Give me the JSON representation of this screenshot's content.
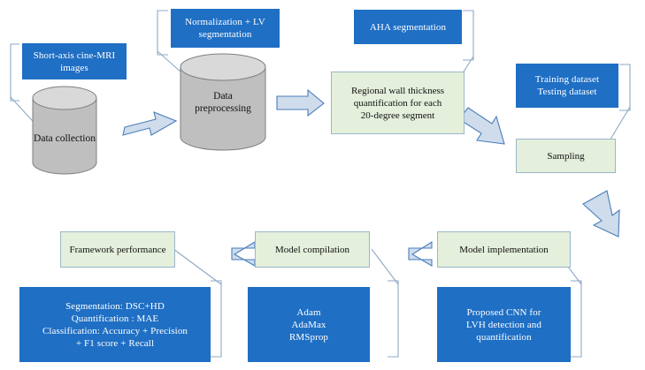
{
  "diagram": {
    "title": "LVH detection and quantification framework flowchart",
    "colors": {
      "blue_fill": "#1f6fc4",
      "green_fill": "#e4efdc",
      "green_border": "#9bb7c9",
      "cylinder_fill": "#bfbfbf",
      "cylinder_top": "#d6d6d6",
      "arrow_fill": "#cfdcec",
      "arrow_stroke": "#4a7ebb",
      "connector_stroke": "#8ea9c4",
      "blue_text": "#ffffff",
      "dark_text": "#111111"
    },
    "nodes": {
      "short_axis_images": {
        "label": "Short-axis cine-MRI images",
        "lines": [
          "Short-axis  cine-MRI",
          "images"
        ],
        "kind": "blue-note"
      },
      "data_collection": {
        "label": "Data collection",
        "kind": "cylinder"
      },
      "normalization_lv": {
        "label": "Normalization + LV segmentation",
        "lines": [
          "Normalization + LV",
          "segmentation"
        ],
        "kind": "blue-note"
      },
      "data_preprocessing": {
        "label": "Data preprocessing",
        "lines": [
          "Data",
          "preprocessing"
        ],
        "kind": "cylinder"
      },
      "aha_segmentation": {
        "label": "AHA segmentation",
        "lines": [
          "AHA segmentation"
        ],
        "kind": "blue-note"
      },
      "regional_wall_thickness": {
        "label": "Regional wall thickness quantification for each 20-degree segment",
        "lines": [
          "Regional wall thickness",
          "quantification for each",
          "20-degree segment"
        ],
        "kind": "green-process"
      },
      "training_testing_dataset": {
        "label": "Training dataset Testing dataset",
        "lines": [
          "Training dataset",
          "Testing dataset"
        ],
        "kind": "blue-note"
      },
      "sampling": {
        "label": "Sampling",
        "lines": [
          "Sampling"
        ],
        "kind": "green-process"
      },
      "model_implementation": {
        "label": "Model implementation",
        "lines": [
          "Model implementation"
        ],
        "kind": "green-process"
      },
      "proposed_cnn": {
        "label": "Proposed CNN for LVH detection and quantification",
        "lines": [
          "Proposed CNN for",
          "LVH detection and",
          "quantification"
        ],
        "kind": "blue-note"
      },
      "model_compilation": {
        "label": "Model compilation",
        "lines": [
          "Model compilation"
        ],
        "kind": "green-process"
      },
      "optimizers": {
        "label": "Adam AdaMax RMSprop",
        "lines": [
          "Adam",
          "AdaMax",
          "RMSprop"
        ],
        "kind": "blue-note"
      },
      "framework_performance": {
        "label": "Framework performance",
        "lines": [
          "Framework performance"
        ],
        "kind": "green-process"
      },
      "metrics": {
        "label": "Segmentation: DSC+HD Quantification : MAE Classification: Accuracy + Precision + F1 score + Recall",
        "lines": [
          "Segmentation: DSC+HD",
          "Quantification : MAE",
          "Classification: Accuracy + Precision",
          "+ F1 score + Recall"
        ],
        "kind": "blue-note"
      }
    },
    "edges": [
      {
        "name": "data-collection-to-preprocessing",
        "type": "block-arrow",
        "direction": "right"
      },
      {
        "name": "preprocessing-to-quantification",
        "type": "block-arrow",
        "direction": "right"
      },
      {
        "name": "quantification-to-sampling",
        "type": "block-arrow",
        "direction": "right-down"
      },
      {
        "name": "sampling-to-model-implementation",
        "type": "block-arrow",
        "direction": "down-left"
      },
      {
        "name": "model-implementation-to-compilation",
        "type": "block-arrow",
        "direction": "left"
      },
      {
        "name": "compilation-to-framework-performance",
        "type": "block-arrow",
        "direction": "left"
      }
    ],
    "annotations": [
      {
        "name": "brace-data-collection",
        "attached_to": "short_axis_images"
      },
      {
        "name": "brace-data-preprocessing",
        "attached_to": "normalization_lv"
      },
      {
        "name": "brace-quantification",
        "attached_to": "aha_segmentation"
      },
      {
        "name": "brace-sampling",
        "attached_to": "training_testing_dataset"
      },
      {
        "name": "brace-model-implementation",
        "attached_to": "proposed_cnn"
      },
      {
        "name": "brace-model-compilation",
        "attached_to": "optimizers"
      },
      {
        "name": "brace-framework-performance",
        "attached_to": "metrics"
      }
    ]
  }
}
